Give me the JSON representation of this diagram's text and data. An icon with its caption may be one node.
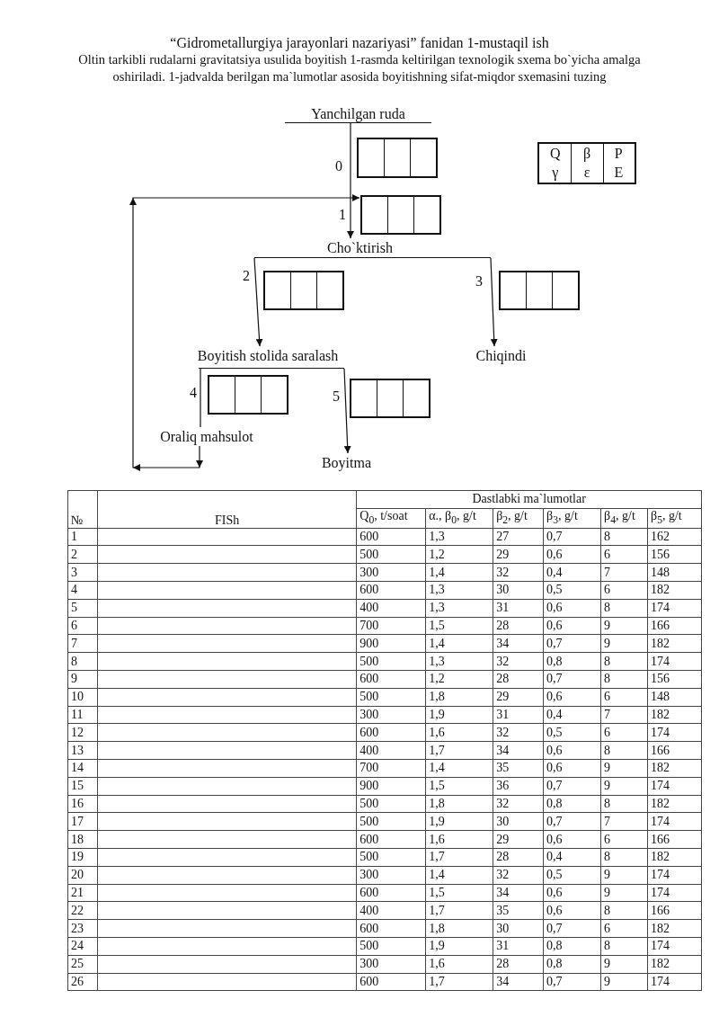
{
  "diagram": {
    "title": "“Gidrometallurgiya jarayonlari nazariyasi” fanidan 1-mustaqil ish",
    "nodes": [
      {
        "text": [
          "Yanchilgan ruda"
        ]
      },
      {
        "text": [
          "Q",
          "β",
          "P",
          "γ",
          "ε",
          "E"
        ]
      },
      {
        "text": [],
        "shape": "box",
        "beside": [
          "0"
        ]
      },
      {
        "text": [],
        "shape": "box",
        "beside": [
          "1"
        ]
      },
      {
        "text": [
          "Cho`ktirish"
        ]
      },
      {
        "text": [],
        "shape": "box",
        "beside": [
          "2"
        ]
      },
      {
        "text": [],
        "shape": "box",
        "beside": [
          "3"
        ]
      },
      {
        "text": [
          "Boyitish stolida saralash"
        ]
      },
      {
        "text": [
          "Chiqindi"
        ]
      },
      {
        "text": [],
        "shape": "box",
        "beside": [
          "4"
        ]
      },
      {
        "text": [],
        "shape": "box",
        "beside": [
          "5"
        ]
      },
      {
        "text": [
          "Oraliq mahsulot"
        ]
      },
      {
        "text": [
          "Boyitma"
        ]
      }
    ],
    "edges": [
      {
        "from": 0,
        "to": 4,
        "arrow": "to"
      },
      {
        "from": 4,
        "to": 7,
        "arrow": "to"
      },
      {
        "from": 4,
        "to": 8,
        "arrow": "to"
      },
      {
        "from": 7,
        "to": 11,
        "arrow": "none"
      },
      {
        "from": 7,
        "to": 12,
        "arrow": "to"
      },
      {
        "from": 11,
        "to": 3,
        "arrow": "to"
      }
    ],
    "labels": [
      "Oltin tarkibli rudalarni gravitatsiya usulida boyitish 1-rasmda keltirilgan texnologik sxema bo`yicha amalga oshiriladi. 1-jadvalda berilgan ma`lumotlar asosida boyitishning sifat-miqdor sxemasini tuzing",
      "№",
      "FISh",
      "Dastlabki ma`lumotlar",
      "Q$_{0}$, t/soat",
      "α., β$_{0}$, g/t",
      "β$_{2}$, g/t",
      "β$_{3}$, g/t",
      "β$_{4}$, g/t",
      "β$_{5}$, g/t",
      "1",
      "600",
      "1,3",
      "27",
      "0,7",
      "8",
      "162",
      "2",
      "500",
      "1,2",
      "29",
      "0,6",
      "6",
      "156",
      "3",
      "300",
      "1,4",
      "32",
      "0,4",
      "7",
      "148",
      "4",
      "600",
      "1,3",
      "30",
      "0,5",
      "6",
      "182",
      "5",
      "400",
      "1,3",
      "31",
      "0,6",
      "8",
      "174",
      "6",
      "700",
      "1,5",
      "28",
      "0,6",
      "9",
      "166",
      "7",
      "900",
      "1,4",
      "34",
      "0,7",
      "9",
      "182",
      "8",
      "500",
      "1,3",
      "32",
      "0,8",
      "8",
      "174",
      "9",
      "600",
      "1,2",
      "28",
      "0,7",
      "8",
      "156",
      "10",
      "500",
      "1,8",
      "29",
      "0,6",
      "6",
      "148",
      "11",
      "300",
      "1,9",
      "31",
      "0,4",
      "7",
      "182",
      "12",
      "600",
      "1,6",
      "32",
      "0,5",
      "6",
      "174",
      "13",
      "400",
      "1,7",
      "34",
      "0,6",
      "8",
      "166",
      "14",
      "700",
      "1,4",
      "35",
      "0,6",
      "9",
      "182",
      "15",
      "900",
      "1,5",
      "36",
      "0,7",
      "9",
      "174",
      "16",
      "500",
      "1,8",
      "32",
      "0,8",
      "8",
      "182",
      "17",
      "500",
      "1,9",
      "30",
      "0,7",
      "7",
      "174",
      "18",
      "600",
      "1,6",
      "29",
      "0,6",
      "6",
      "166",
      "19",
      "500",
      "1,7",
      "28",
      "0,4",
      "8",
      "182",
      "20",
      "300",
      "1,4",
      "32",
      "0,5",
      "9",
      "174",
      "21",
      "600",
      "1,5",
      "34",
      "0,6",
      "9",
      "174",
      "22",
      "400",
      "1,7",
      "35",
      "0,6",
      "8",
      "166",
      "23",
      "600",
      "1,8",
      "30",
      "0,7",
      "6",
      "182",
      "24",
      "500",
      "1,9",
      "31",
      "0,8",
      "8",
      "174",
      "25",
      "300",
      "1,6",
      "28",
      "0,8",
      "9",
      "182",
      "26",
      "600",
      "1,7",
      "34",
      "0,7",
      "9",
      "174"
    ]
  }
}
